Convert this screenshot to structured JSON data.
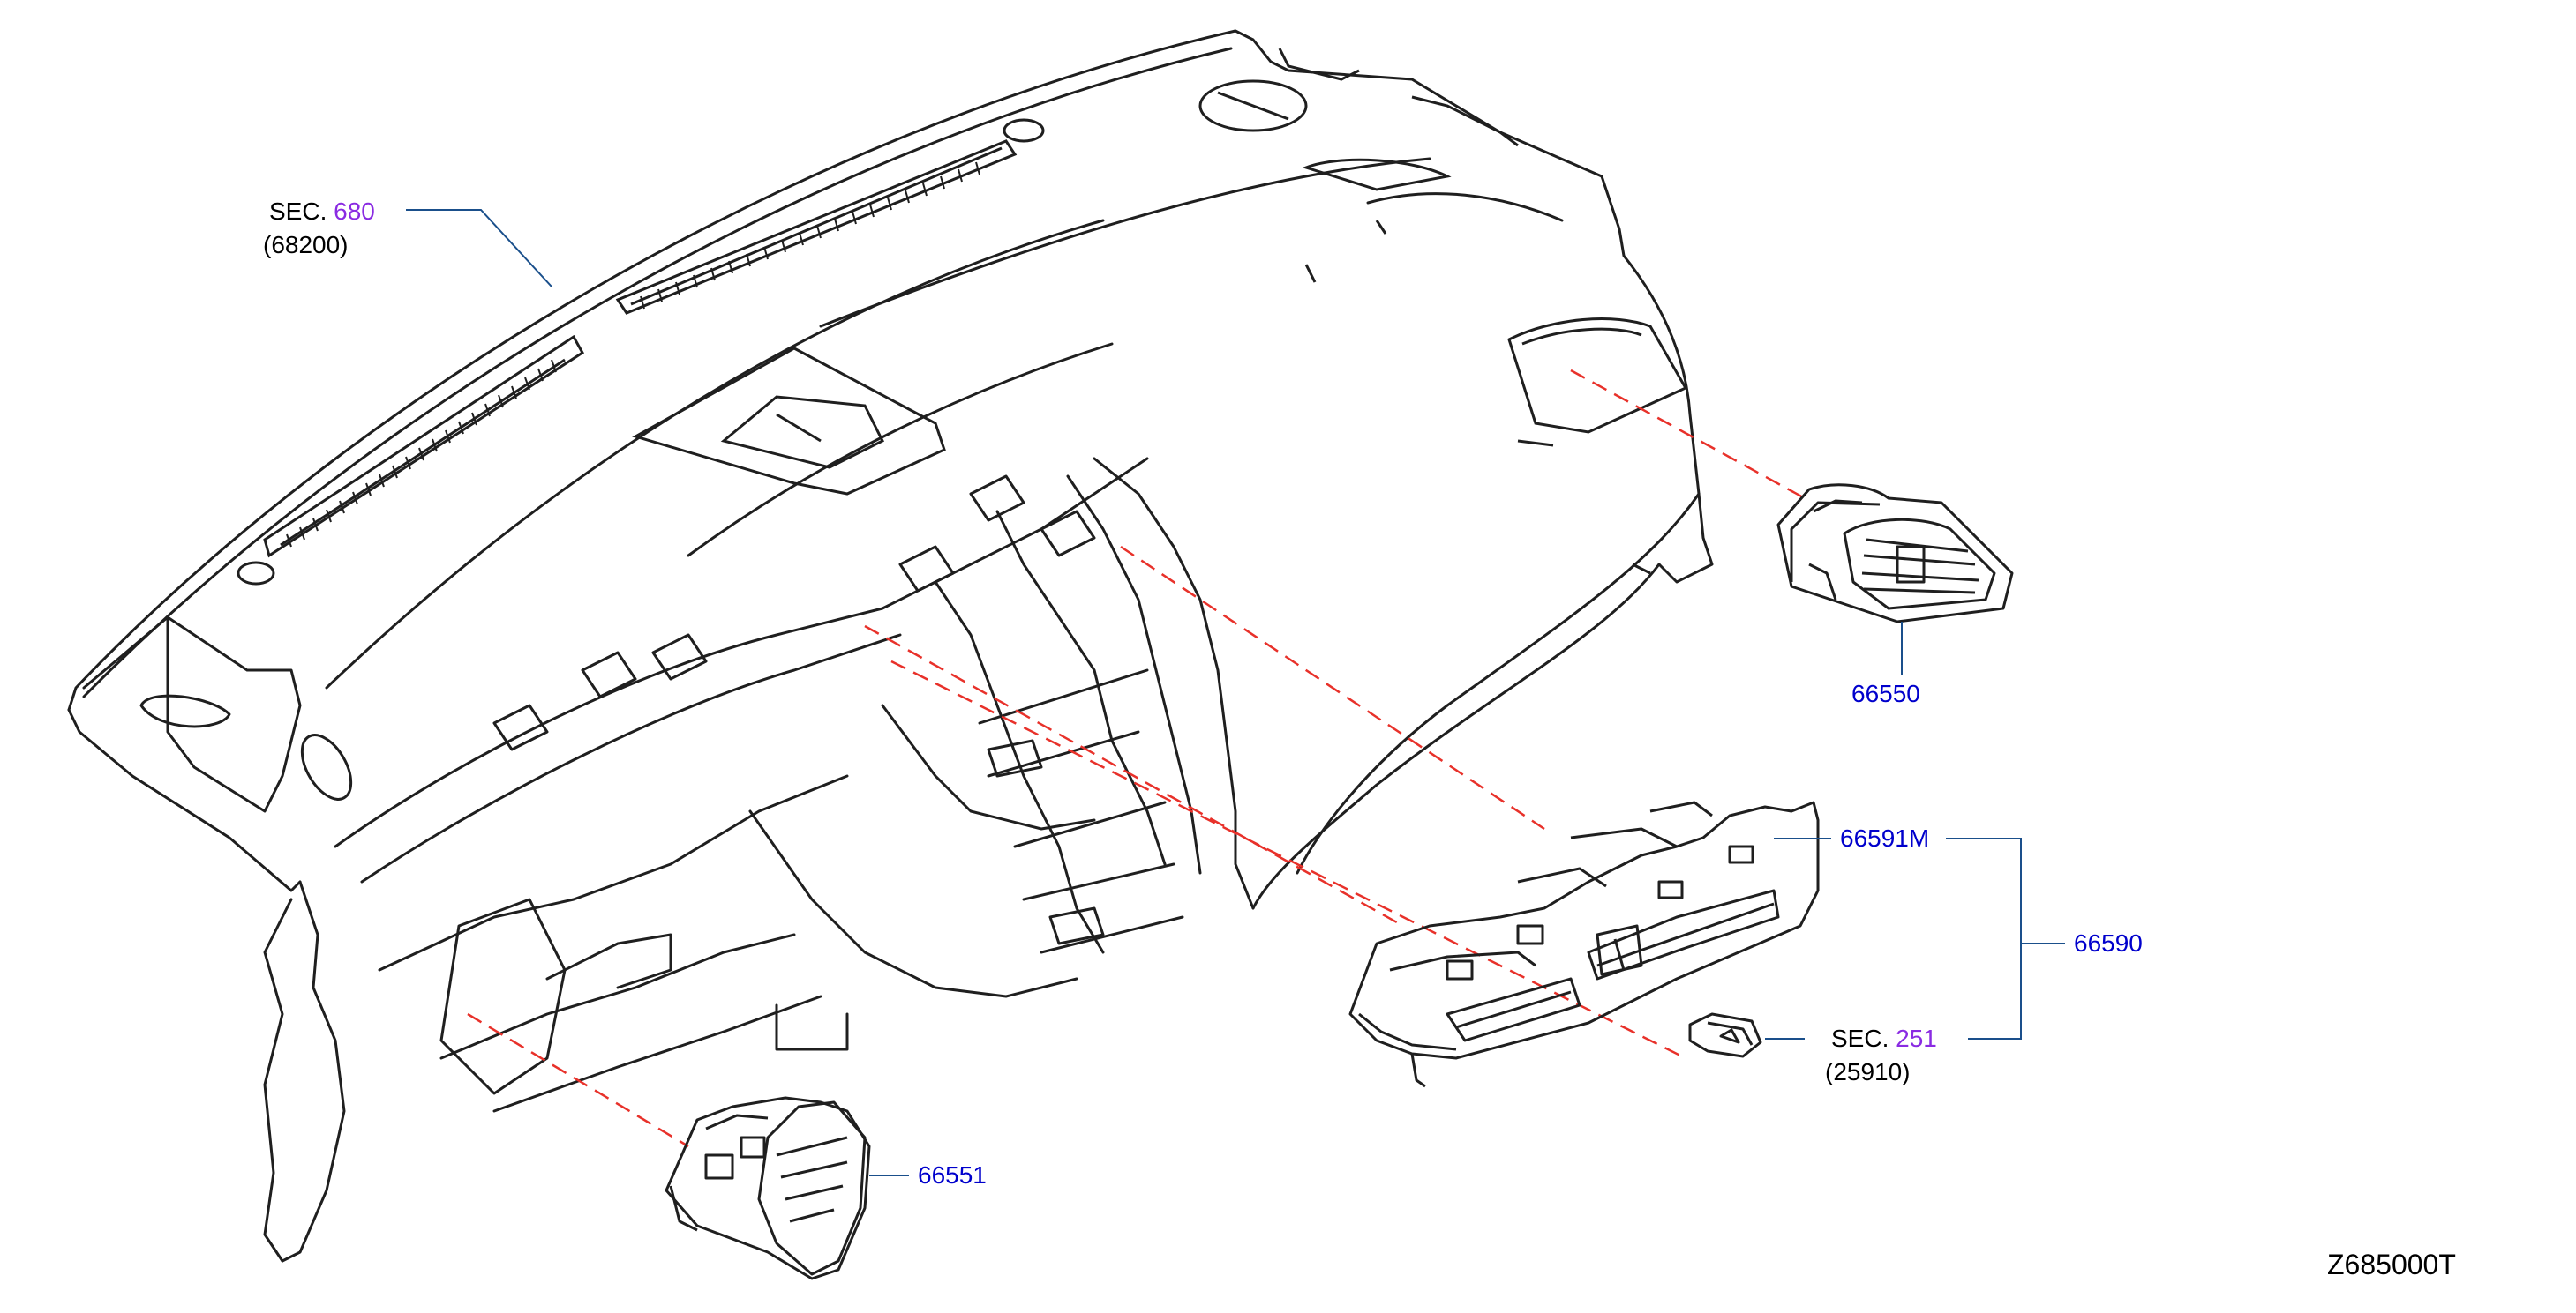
{
  "labels": {
    "sec_680": {
      "prefix": "SEC.",
      "number": "680",
      "code": "(68200)"
    },
    "sec_251": {
      "prefix": "SEC.",
      "number": "251",
      "code": "(25910)"
    },
    "part_66550": "66550",
    "part_66551": "66551",
    "part_66591M": "66591M",
    "part_66590": "66590",
    "diagram_id": "Z685000T"
  },
  "colors": {
    "line": "#1f1f1f",
    "leader": "#1a4f8b",
    "part_number": "#0000cc",
    "section_number": "#8a2be2",
    "dashed": "#e8312a"
  }
}
